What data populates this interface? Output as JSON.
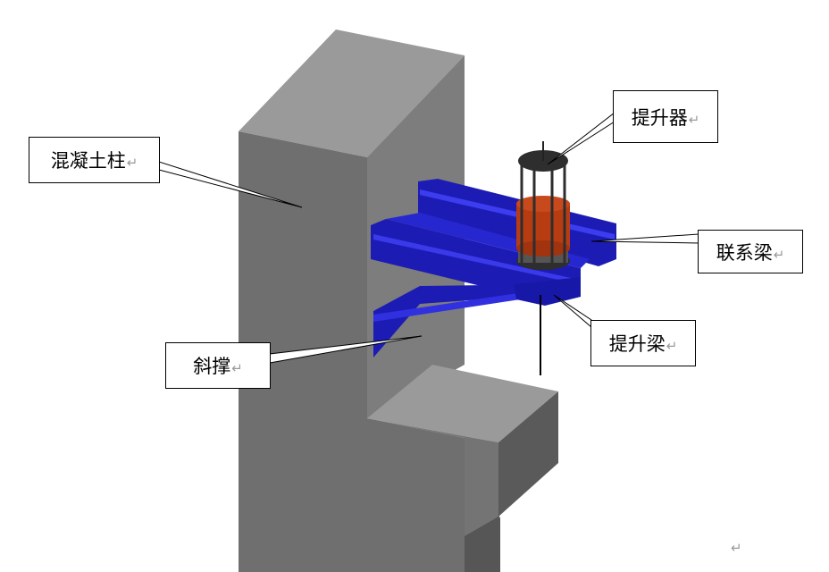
{
  "labels": {
    "column": "混凝土柱",
    "lifter": "提升器",
    "tie_beam": "联系梁",
    "lift_beam": "提升梁",
    "brace": "斜撑"
  },
  "paragraph_mark": "↵",
  "colors": {
    "concrete_front": "#6e6e6e",
    "concrete_top": "#9a9a9a",
    "concrete_side": "#555555",
    "steel_blue": "#1c1cb4",
    "lifter_red": "#b83c12",
    "lifter_frame": "#2e2e2e"
  }
}
